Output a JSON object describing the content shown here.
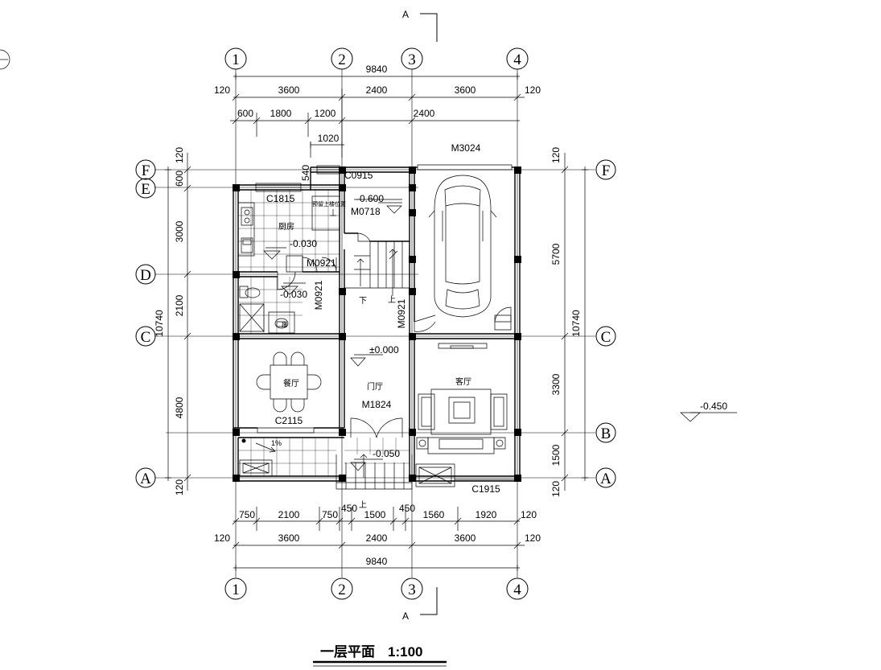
{
  "section_marks": {
    "top": "A",
    "bottom": "A"
  },
  "axes": {
    "vertical_top": [
      "1",
      "2",
      "3",
      "4"
    ],
    "vertical_bottom": [
      "1",
      "2",
      "3",
      "4"
    ],
    "horizontal_left": [
      "F",
      "E",
      "D",
      "C",
      "A"
    ],
    "horizontal_right": [
      "F",
      "C",
      "B",
      "A"
    ]
  },
  "dims": {
    "top_total": "9840",
    "top_row": [
      "120",
      "3600",
      "2400",
      "3600",
      "120"
    ],
    "top_sub": [
      "600",
      "1800",
      "1200",
      "2400"
    ],
    "top_sub2": "1020",
    "bottom_row1": [
      "750",
      "2100",
      "750",
      "450",
      "1500",
      "450",
      "1560",
      "1920",
      "120"
    ],
    "bottom_row2": [
      "120",
      "3600",
      "2400",
      "3600",
      "120"
    ],
    "bottom_total": "9840",
    "left_col1": [
      "120",
      "600",
      "3000",
      "2100",
      "4800",
      "120"
    ],
    "left_col2": "10740",
    "right_col1": [
      "120",
      "5700",
      "3300",
      "1500",
      "120"
    ],
    "right_col2": "10740",
    "small_540": "540"
  },
  "labels": {
    "window_c0915": "C0915",
    "window_c1815": "C1815",
    "door_m3024": "M3024",
    "door_m0718": "M0718",
    "door_m0921_a": "M0921",
    "door_m0921_b": "M0921",
    "door_m0921_c": "M0921",
    "door_m1824": "M1824",
    "window_c2115": "C2115",
    "window_c1915": "C1915",
    "elev_m0600": "-0.600",
    "elev_m0030_a": "-0.030",
    "elev_m0030_b": "-0.030",
    "elev_000": "±0.000",
    "elev_m0050": "-0.050",
    "elev_m0450": "-0.450",
    "kitchen": "厨房",
    "dining": "餐厅",
    "foyer": "门厅",
    "living": "客厅",
    "stair_note": "预留上楼位置",
    "down": "下",
    "up_a": "上",
    "up_b": "上",
    "slope": "1%",
    "mop": "拖"
  },
  "title": {
    "main": "一层平面",
    "scale": "1:100"
  }
}
